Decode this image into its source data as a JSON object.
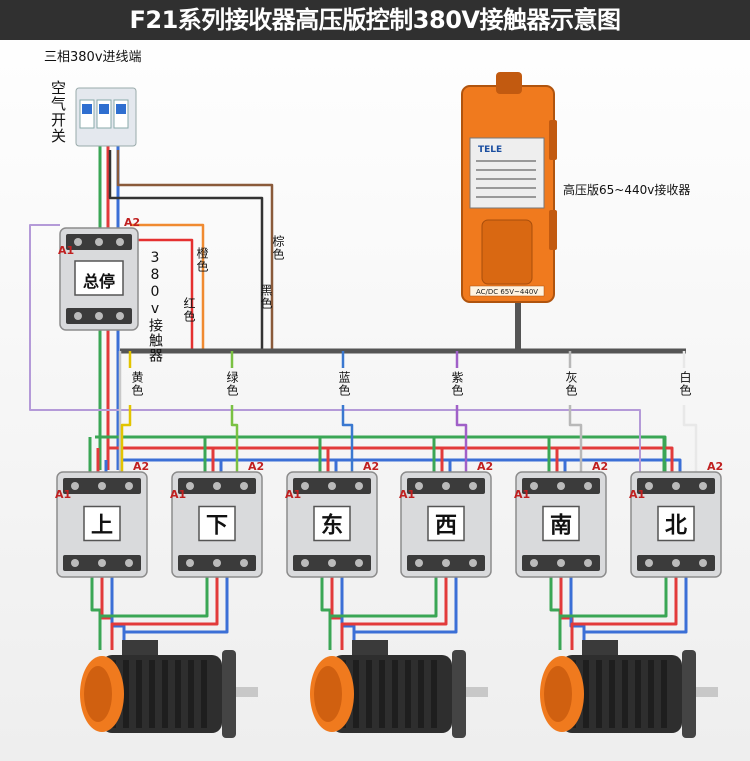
{
  "title": "F21系列接收器高压版控制380V接触器示意图",
  "labels": {
    "input": "三相380v进线端",
    "breaker": "空气开关",
    "receiver": "高压版65~440v接收器",
    "main_contactor_type": "380v接触器",
    "receiver_plate": "AC/DC 65V~440V",
    "brand": "TELE"
  },
  "main_contactor": {
    "name": "总停",
    "a1": "A1",
    "a2": "A2"
  },
  "upper_wires": [
    {
      "label": "橙色",
      "color": "#f08a30"
    },
    {
      "label": "红色",
      "color": "#e53030"
    },
    {
      "label": "棕色",
      "color": "#8a5a3a"
    },
    {
      "label": "黑色",
      "color": "#333333"
    }
  ],
  "direction_wires": [
    {
      "label": "黄色",
      "color": "#e2c400"
    },
    {
      "label": "绿色",
      "color": "#7ac143"
    },
    {
      "label": "蓝色",
      "color": "#3a78d0"
    },
    {
      "label": "紫色",
      "color": "#a060c8"
    },
    {
      "label": "灰色",
      "color": "#b8b8b8"
    },
    {
      "label": "白色",
      "color": "#e8e8e8"
    }
  ],
  "contactors": [
    {
      "name": "上",
      "a1": "A1",
      "a2": "A2"
    },
    {
      "name": "下",
      "a1": "A1",
      "a2": "A2"
    },
    {
      "name": "东",
      "a1": "A1",
      "a2": "A2"
    },
    {
      "name": "西",
      "a1": "A1",
      "a2": "A2"
    },
    {
      "name": "南",
      "a1": "A1",
      "a2": "A2"
    },
    {
      "name": "北",
      "a1": "A1",
      "a2": "A2"
    }
  ],
  "motor_count": 3
}
